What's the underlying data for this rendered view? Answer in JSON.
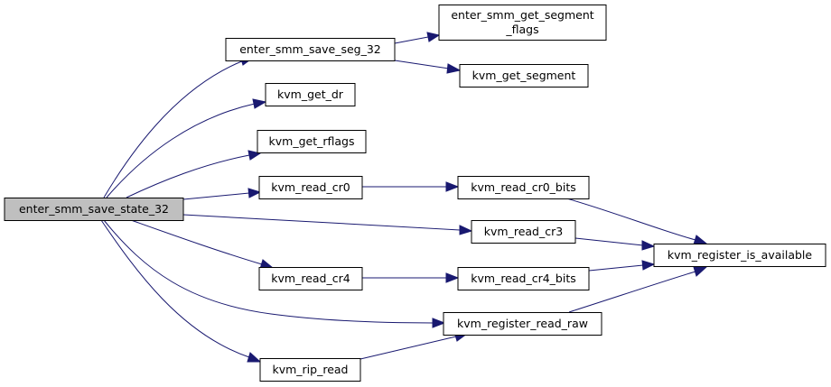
{
  "colors": {
    "edge": "#191970",
    "root_fill": "#bfbfbf",
    "node_fill": "#ffffff",
    "node_border": "#000000"
  },
  "nodes": {
    "root": "enter_smm_save_state_32",
    "save_seg": "enter_smm_save_seg_32",
    "get_dr": "kvm_get_dr",
    "get_rflags": "kvm_get_rflags",
    "read_cr0": "kvm_read_cr0",
    "read_cr3": "kvm_read_cr3",
    "read_cr4": "kvm_read_cr4",
    "reg_read_raw": "kvm_register_read_raw",
    "rip_read": "kvm_rip_read",
    "seg_flags_line1": "enter_smm_get_segment",
    "seg_flags_line2": "_flags",
    "get_segment": "kvm_get_segment",
    "read_cr0_bits": "kvm_read_cr0_bits",
    "read_cr4_bits": "kvm_read_cr4_bits",
    "reg_available": "kvm_register_is_available"
  }
}
